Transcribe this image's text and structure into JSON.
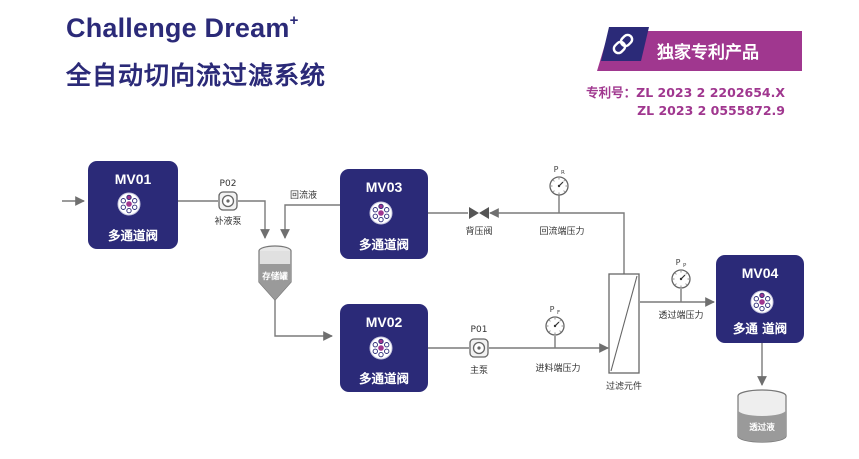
{
  "header": {
    "title_en": "Challenge Dream",
    "title_en_sup": "+",
    "title_cn": "全自动切向流过滤系统"
  },
  "badge": {
    "label": "独家专利产品",
    "icon": "link-icon",
    "color": "#a0378f"
  },
  "patent": {
    "line1": "专利号：ZL 2023 2 2202654.X",
    "line2": "ZL 2023 2 0555872.9"
  },
  "colors": {
    "valve": "#2b2a78",
    "pipe": "#777777",
    "accent": "#a0378f",
    "badge_dark": "#2b2a78"
  },
  "valves": {
    "mv01": {
      "code": "MV01",
      "name": "多通道阀"
    },
    "mv02": {
      "code": "MV02",
      "name": "多通道阀"
    },
    "mv03": {
      "code": "MV03",
      "name": "多通道阀"
    },
    "mv04": {
      "code": "MV04",
      "name": "多通 道阀"
    }
  },
  "pumps": {
    "p02": {
      "code": "P02",
      "name": "补液泵"
    },
    "p01": {
      "code": "P01",
      "name": "主泵"
    }
  },
  "labels": {
    "return_liquid": "回流液",
    "storage_tank": "存储罐",
    "back_pressure_valve": "背压阀",
    "return_pressure": "回流端压力",
    "feed_pressure": "进料端压力",
    "permeate_pressure": "透过端压力",
    "filter_element": "过滤元件",
    "permeate": "透过液"
  },
  "gauges": {
    "pr": {
      "sub": "R"
    },
    "pf": {
      "sub": "F"
    },
    "pp": {
      "sub": "P"
    }
  },
  "gauge_letter": "P"
}
